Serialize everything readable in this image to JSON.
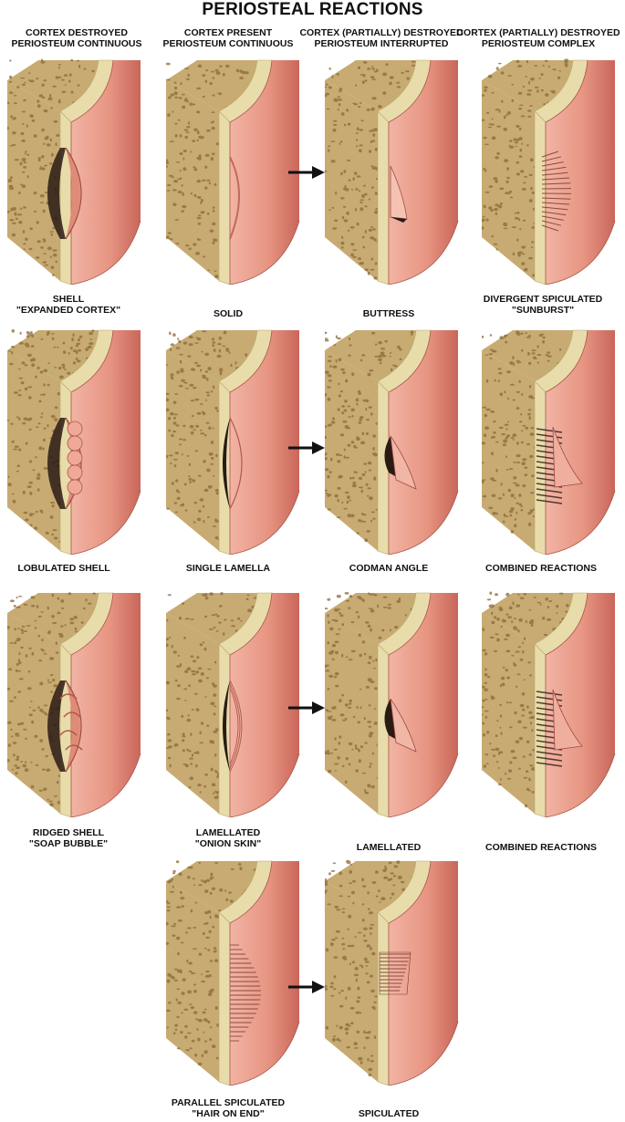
{
  "title": "PERIOSTEAL REACTIONS",
  "column_headers": [
    "CORTEX DESTROYED\nPERIOSTEUM CONTINUOUS",
    "CORTEX PRESENT\nPERIOSTEUM CONTINUOUS",
    "CORTEX (PARTIALLY) DESTROYED\nPERIOSTEUM INTERRUPTED",
    "CORTEX (PARTIALLY) DESTROYED\nPERIOSTEUM COMPLEX"
  ],
  "panels": [
    {
      "caption": "SHELL\n\"EXPANDED CORTEX\"",
      "variant": "shell"
    },
    {
      "caption": "SOLID",
      "variant": "solid"
    },
    {
      "caption": "BUTTRESS",
      "variant": "buttress"
    },
    {
      "caption": "DIVERGENT SPICULATED\n\"SUNBURST\"",
      "variant": "sunburst"
    },
    {
      "caption": "LOBULATED SHELL",
      "variant": "lobulated"
    },
    {
      "caption": "SINGLE LAMELLA",
      "variant": "single-lamella"
    },
    {
      "caption": "CODMAN ANGLE",
      "variant": "codman"
    },
    {
      "caption": "COMBINED REACTIONS",
      "variant": "combined"
    },
    {
      "caption": "RIDGED SHELL\n\"SOAP BUBBLE\"",
      "variant": "soap-bubble"
    },
    {
      "caption": "LAMELLATED\n\"ONION SKIN\"",
      "variant": "onion-skin"
    },
    {
      "caption": "LAMELLATED",
      "variant": "lamellated-interrupted"
    },
    {
      "caption": "COMBINED REACTIONS",
      "variant": "combined-2"
    },
    {
      "caption": "PARALLEL SPICULATED\n\"HAIR ON END\"",
      "variant": "hair-on-end"
    },
    {
      "caption": "SPICULATED",
      "variant": "spiculated"
    }
  ],
  "colors": {
    "cancellous": "#c7ab72",
    "cancellous_pores": "#8a6a38",
    "cortex": "#e8dcaa",
    "periosteum_light": "#f2b4a4",
    "periosteum_dark": "#c9665a",
    "shadow": "#2a1a14",
    "arrow": "#111111"
  },
  "icons": {
    "arrow": "right-arrow-icon"
  }
}
